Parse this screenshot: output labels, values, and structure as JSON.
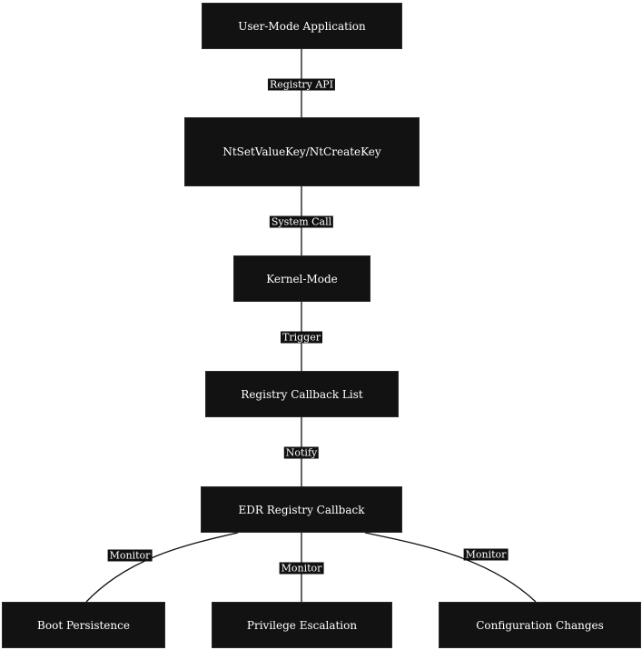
{
  "diagram": {
    "nodes": [
      {
        "id": "user-mode",
        "label": "User-Mode Application"
      },
      {
        "id": "ntset",
        "label": "NtSetValueKey/NtCreateKey"
      },
      {
        "id": "kernel",
        "label": "Kernel-Mode"
      },
      {
        "id": "callback-list",
        "label": "Registry Callback List"
      },
      {
        "id": "edr",
        "label": "EDR Registry Callback"
      },
      {
        "id": "boot",
        "label": "Boot Persistence"
      },
      {
        "id": "privesc",
        "label": "Privilege Escalation"
      },
      {
        "id": "config",
        "label": "Configuration Changes"
      }
    ],
    "edges": [
      {
        "from": "user-mode",
        "to": "ntset",
        "label": "Registry API"
      },
      {
        "from": "ntset",
        "to": "kernel",
        "label": "System Call"
      },
      {
        "from": "kernel",
        "to": "callback-list",
        "label": "Trigger"
      },
      {
        "from": "callback-list",
        "to": "edr",
        "label": "Notify"
      },
      {
        "from": "edr",
        "to": "boot",
        "label": "Monitor"
      },
      {
        "from": "edr",
        "to": "privesc",
        "label": "Monitor"
      },
      {
        "from": "edr",
        "to": "config",
        "label": "Monitor"
      }
    ],
    "colors": {
      "node_fill": "#121212",
      "edge": "#111111",
      "text": "#ffffff"
    }
  }
}
